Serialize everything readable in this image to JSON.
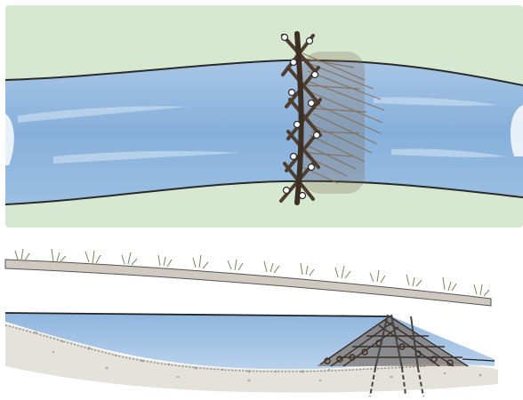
{
  "figure": {
    "panels": [
      {
        "id": "plan-view",
        "shows": [
          "grass-bank",
          "stream-water",
          "log-barrier"
        ]
      },
      {
        "id": "section-view",
        "shows": [
          "ground-surface",
          "water",
          "gravel-bed",
          "log-structure",
          "anchor-stakes"
        ]
      }
    ],
    "colors": {
      "grass": "#d5e8cf",
      "water": "#8eb6dd",
      "water_light": "#b6d0ea",
      "bank_line": "#2a2a2a",
      "log": "#5a4534",
      "brush": "#8a6e4f",
      "gravel": "#d6d3cd",
      "stake": "#444444"
    }
  }
}
